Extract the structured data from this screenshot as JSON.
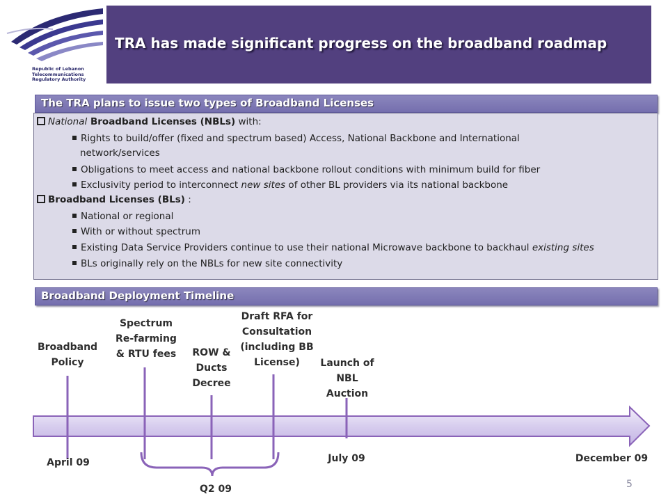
{
  "logo": {
    "lines": [
      "Republic of Lebanon",
      "Telecommunications",
      "Regulatory Authority"
    ]
  },
  "title": "TRA has made significant progress on the broadband roadmap",
  "licenses": {
    "header": "The TRA plans to issue two types of Broadband Licenses",
    "nbl": {
      "italic": "National",
      "bold": " Broadband Licenses (NBLs)",
      "rest": "  with:",
      "items": [
        "Rights to build/offer (fixed and spectrum based) Access, National Backbone and  International",
        "network/services",
        "Obligations to meet  access and national  backbone rollout conditions with minimum build for fiber",
        "Exclusivity period to interconnect ",
        "new sites",
        " of other BL providers via its national  backbone"
      ]
    },
    "bl": {
      "bold": "Broadband Licenses (BLs)",
      "rest": " :",
      "items": [
        "National or regional",
        "With or without spectrum",
        "Existing Data Service Providers continue to use their national Microwave backbone to backhaul ",
        "existing sites",
        "BLs originally rely  on the NBLs for new site connectivity"
      ]
    }
  },
  "timeline": {
    "header": "Broadband  Deployment Timeline",
    "milestones": [
      {
        "l1": "Broadband",
        "l2": "Policy"
      },
      {
        "l1": "Spectrum",
        "l2": "Re-farming",
        "l3": "& RTU fees"
      },
      {
        "l1": "ROW &",
        "l2": "Ducts",
        "l3": "Decree"
      },
      {
        "l1": "Draft RFA for",
        "l2": "Consultation",
        "l3": "(including BB",
        "l4": "License)"
      },
      {
        "l1": "Launch of",
        "l2": "NBL",
        "l3": "Auction"
      }
    ],
    "dates": {
      "april": "April 09",
      "q2": "Q2 09",
      "july": "July 09",
      "december": "December 09"
    }
  },
  "page_number": "5",
  "colors": {
    "title_bg": "#52407f",
    "header_bg": "#7f7ab6",
    "content_bg": "#dcdae8",
    "marker": "#8a63b8"
  }
}
